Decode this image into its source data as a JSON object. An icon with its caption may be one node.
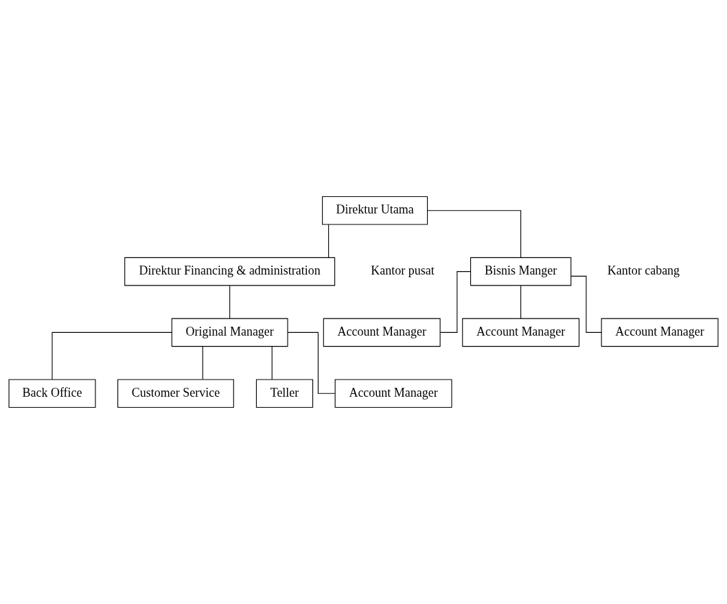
{
  "diagram": {
    "nodes": [
      {
        "text": [
          "Direktur Utama"
        ]
      },
      {
        "text": [
          "Direktur Financing & administration"
        ]
      },
      {
        "text": [
          "Original Manager"
        ]
      },
      {
        "text": [
          "Bisnis Manger"
        ]
      },
      {
        "text": [
          "Back Office"
        ]
      },
      {
        "text": [
          "Customer Service"
        ]
      },
      {
        "text": [
          "Teller"
        ]
      },
      {
        "text": [
          "Account Manager"
        ]
      },
      {
        "text": [
          "Account Manager"
        ]
      },
      {
        "text": [
          "Account Manager"
        ]
      },
      {
        "text": [
          "Account Manager"
        ]
      }
    ],
    "edges": [
      {
        "from": 0,
        "to": 1,
        "arrow": "none"
      },
      {
        "from": 0,
        "to": 3,
        "arrow": "none"
      },
      {
        "from": 1,
        "to": 2,
        "arrow": "none"
      },
      {
        "from": 2,
        "to": 4,
        "arrow": "none"
      },
      {
        "from": 2,
        "to": 5,
        "arrow": "none"
      },
      {
        "from": 2,
        "to": 6,
        "arrow": "none"
      },
      {
        "from": 2,
        "to": 7,
        "arrow": "none"
      },
      {
        "from": 3,
        "to": 8,
        "arrow": "none"
      },
      {
        "from": 3,
        "to": 9,
        "arrow": "none"
      },
      {
        "from": 3,
        "to": 10,
        "arrow": "none"
      }
    ],
    "labels": [
      "Kantor pusat",
      "Kantor cabang"
    ]
  }
}
